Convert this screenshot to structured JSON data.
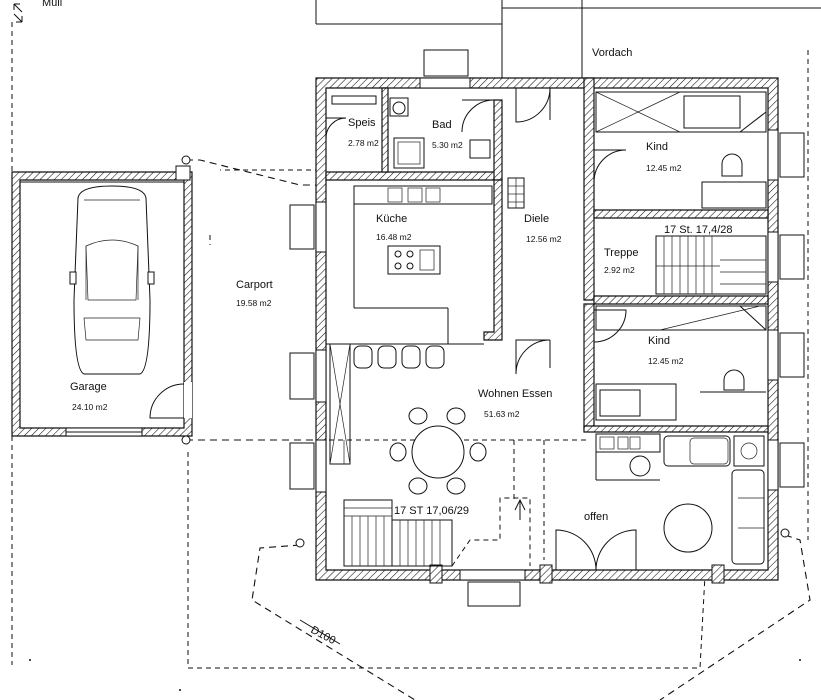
{
  "plan": {
    "north_label": "Müll",
    "vordach": "Vordach",
    "dimension_label": "D100",
    "rooms": [
      {
        "id": "speis",
        "name": "Speis",
        "area": "2.78 m2"
      },
      {
        "id": "bad",
        "name": "Bad",
        "area": "5.30 m2"
      },
      {
        "id": "kind1",
        "name": "Kind",
        "area": "12.45 m2"
      },
      {
        "id": "kueche",
        "name": "Küche",
        "area": "16.48 m2"
      },
      {
        "id": "diele",
        "name": "Diele",
        "area": "12.56 m2"
      },
      {
        "id": "treppe",
        "name": "Treppe",
        "area": "2.92 m2"
      },
      {
        "id": "carport",
        "name": "Carport",
        "area": "19.58 m2"
      },
      {
        "id": "kind2",
        "name": "Kind",
        "area": "12.45 m2"
      },
      {
        "id": "garage",
        "name": "Garage",
        "area": "24.10 m2"
      },
      {
        "id": "wohnen",
        "name": "Wohnen Essen",
        "area": "51.63 m2"
      },
      {
        "id": "offen",
        "name": "offen",
        "area": ""
      }
    ],
    "stair_labels": {
      "upper": "17 St. 17,4/28",
      "lower": "17 ST 17,06/29"
    }
  }
}
